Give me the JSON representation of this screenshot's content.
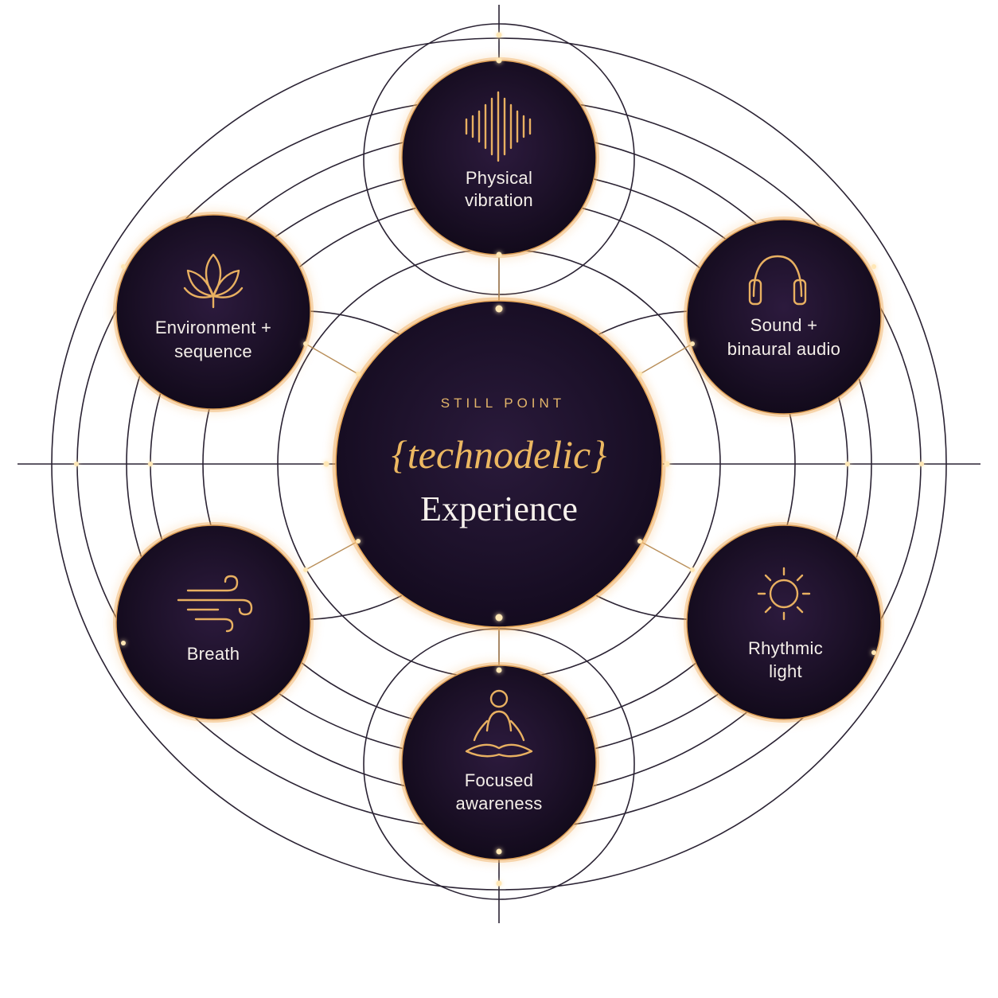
{
  "center": {
    "kicker": "STILL POINT",
    "title": "{technodelic}",
    "subtitle": "Experience"
  },
  "nodes": [
    {
      "id": "physical-vibration",
      "icon": "sound-wave-icon",
      "lines": [
        "Physical",
        "vibration"
      ]
    },
    {
      "id": "sound-binaural",
      "icon": "headphones-icon",
      "lines": [
        "Sound +",
        "binaural audio"
      ]
    },
    {
      "id": "rhythmic-light",
      "icon": "sun-icon",
      "lines": [
        "Rhythmic",
        "light"
      ]
    },
    {
      "id": "focused-awareness",
      "icon": "meditation-figure-icon",
      "lines": [
        "Focused",
        "awareness"
      ]
    },
    {
      "id": "breath",
      "icon": "wind-icon",
      "lines": [
        "Breath"
      ]
    },
    {
      "id": "environment-sequence",
      "icon": "lotus-icon",
      "lines": [
        "Environment +",
        "sequence"
      ]
    }
  ],
  "colors": {
    "orb_fill": "#1c1129",
    "orb_glow": "#f3b463",
    "line": "#2a2233",
    "accent_gold": "#ecb861",
    "label": "#f4efe9"
  }
}
